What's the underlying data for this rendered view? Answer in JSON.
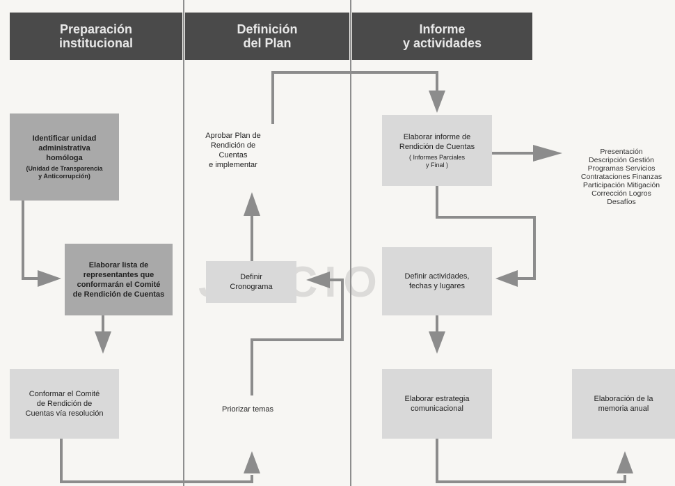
{
  "headers": {
    "col1": "Preparación\ninstitucional",
    "col2": "Definición\ndel Plan",
    "col3": "Informe\ny actividades"
  },
  "nodes": {
    "identificar": {
      "title": "Identificar unidad\nadministrativa\nhomóloga",
      "sub": "(Unidad de Transparencia\ny Anticorrupción)"
    },
    "elaborar_lista": "Elaborar lista de\nrepresentantes que\nconformarán el Comité\nde Rendición de Cuentas",
    "conformar_comite": "Conformar el Comité\nde Rendición de\nCuentas vía resolución",
    "aprobar_plan": "Aprobar Plan de\nRendición de Cuentas\ne implementar",
    "definir_cronograma": "Definir\nCronograma",
    "priorizar_temas": "Priorizar temas",
    "elaborar_informe": {
      "title": "Elaborar informe de\nRendición de Cuentas",
      "sub": "( Informes Parciales\ny Final )"
    },
    "definir_actividades": "Definir actividades,\nfechas y lugares",
    "estrategia": "Elaborar estrategia\ncomunicacional",
    "memoria": "Elaboración de la\nmemoria anual"
  },
  "results": [
    "Presentación",
    "Descripción Gestión",
    "Programas Servicios",
    "Contrataciones Finanzas",
    "Participación Mitigación",
    "Corrección Logros",
    "Desafíos"
  ],
  "watermark": "JUICIO",
  "colors": {
    "header_bg": "#4a4a4a",
    "node_dark": "#a9a9a9",
    "node_light": "#d9d9d9",
    "arrow": "#8c8c8c",
    "divider": "#8e8e8e",
    "page_bg": "#f7f6f3"
  }
}
